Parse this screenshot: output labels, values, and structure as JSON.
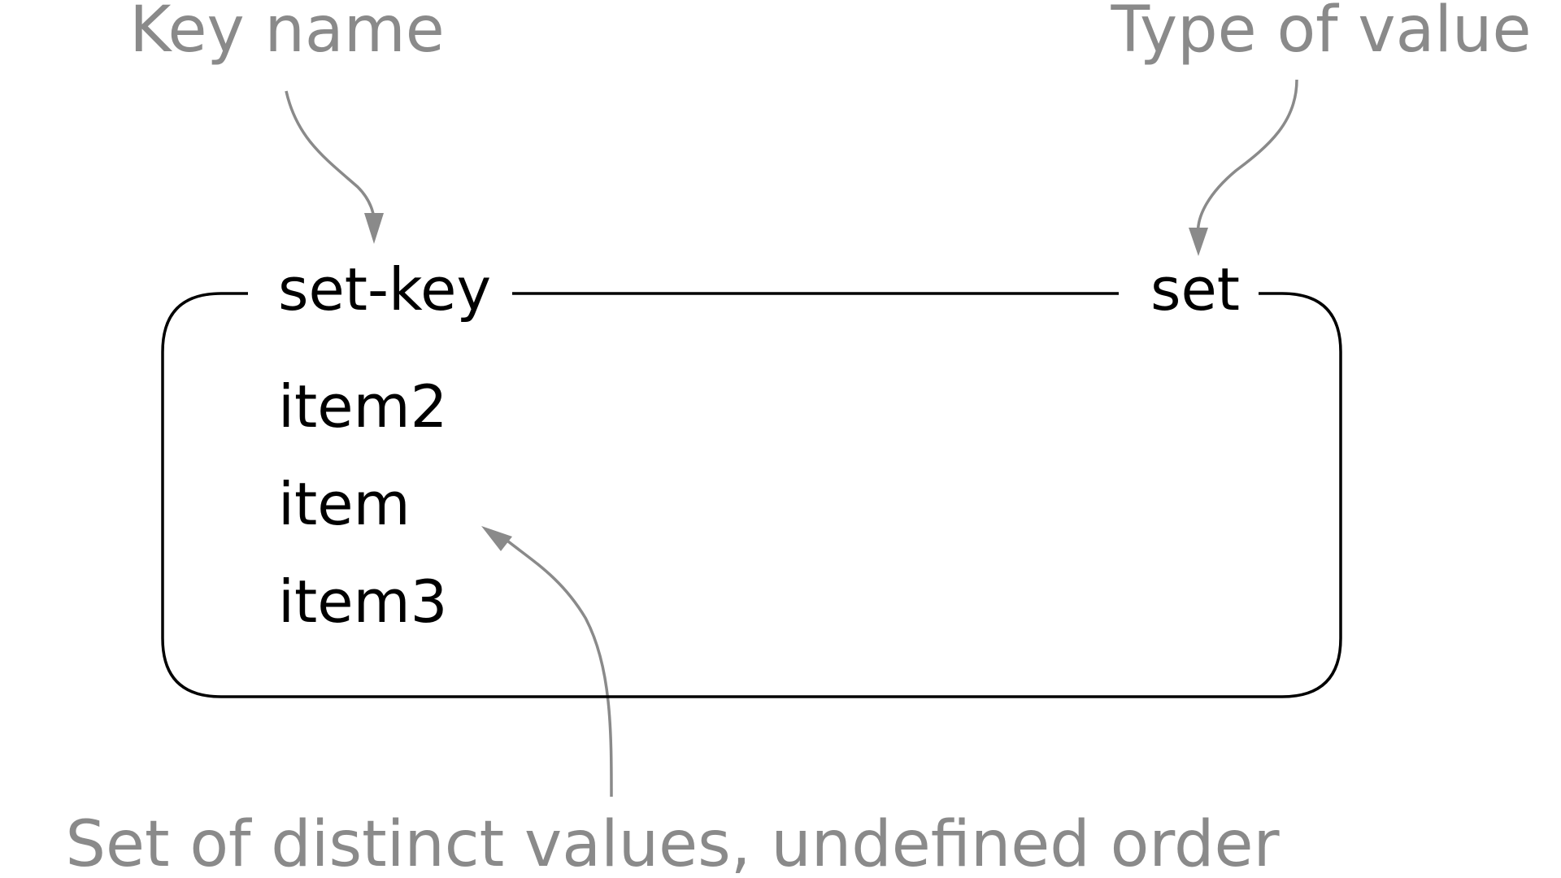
{
  "annotations": {
    "key_name": "Key name",
    "type_of_value": "Type of value",
    "description": "Set of distinct values, undefined order"
  },
  "structure": {
    "key": "set-key",
    "type": "set",
    "items": [
      "item2",
      "item",
      "item3"
    ]
  },
  "colors": {
    "annotation": "#8a8a8a",
    "content": "#000000",
    "background": "#ffffff"
  }
}
